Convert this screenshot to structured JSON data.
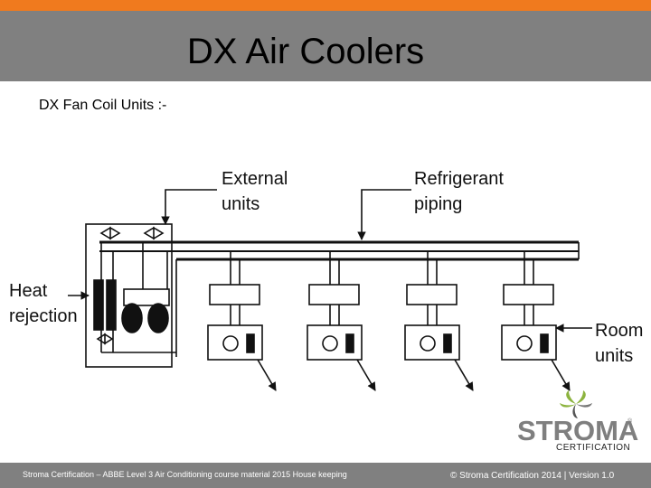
{
  "slide": {
    "title": "DX Air Coolers",
    "subtitle": "DX Fan Coil Units :-"
  },
  "diagram": {
    "labels": {
      "external_units_1": "External",
      "external_units_2": "units",
      "refrigerant_piping_1": "Refrigerant",
      "refrigerant_piping_2": "piping",
      "heat_rejection_1": "Heat",
      "heat_rejection_2": "rejection",
      "room_units_1": "Room",
      "room_units_2": "units"
    },
    "room_unit_count": 4
  },
  "logo": {
    "name": "STROMA",
    "trademark": "®",
    "tagline": "CERTIFICATION"
  },
  "footer": {
    "left_text": "Stroma Certification – ABBE Level 3 Air Conditioning course material 2015 House keeping",
    "right_text": "© Stroma Certification 2014 | Version 1.0"
  },
  "colors": {
    "accent_orange": "#f07a1e",
    "bar_grey": "#808080",
    "logo_green": "#8cb33e"
  }
}
